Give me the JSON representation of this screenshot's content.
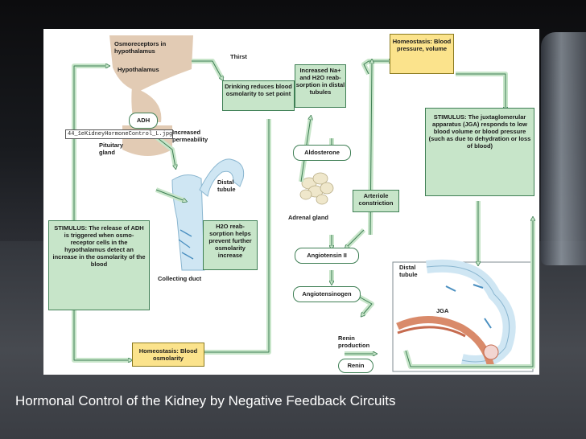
{
  "caption": "Hormonal Control of the Kidney by Negative Feedback Circuits",
  "file_label": "44_1eKidneyHormoneControl_L.jpg",
  "labels": {
    "osmoreceptors": "Osmoreceptors in hypothalamus",
    "hypothalamus": "Hypothalamus",
    "thirst": "Thirst",
    "drinking": "Drinking reduces blood osmolarity to set point",
    "adh": "ADH",
    "increased_permeability": "Increased permeability",
    "pituitary": "Pituitary gland",
    "distal_tubule_left": "Distal tubule",
    "h2o_reabsorption": "H2O reab- sorption helps prevent further osmolarity increase",
    "collecting_duct": "Collecting duct",
    "stimulus_left": "STIMULUS: The release of ADH is triggered when osmo- receptor cells in the hypothalamus detect an increase in the osmolarity of the blood",
    "homeostasis_osmolarity": "Homeostasis: Blood osmolarity",
    "increased_na": "Increased Na+ and H2O reab- sorption in distal tubules",
    "aldosterone": "Aldosterone",
    "adrenal_gland": "Adrenal gland",
    "arteriole": "Arteriole constriction",
    "angiotensin2": "Angiotensin II",
    "angiotensinogen": "Angiotensinogen",
    "renin_production": "Renin production",
    "renin": "Renin",
    "homeostasis_bp": "Homeostasis: Blood pressure, volume",
    "stimulus_right": "STIMULUS: The juxtaglomerular apparatus (JGA) responds to low blood volume or blood pressure (such as due to dehydration or loss of blood)",
    "distal_tubule_right": "Distal tubule",
    "jga": "JGA"
  },
  "colors": {
    "arrow_fill": "#c7e5c9",
    "arrow_stroke": "#3f7f55",
    "homeostasis_fill": "#fbe38c",
    "hypothalamus_fill": "#e2cbb4",
    "tubule_fill": "#cfe6f3"
  }
}
